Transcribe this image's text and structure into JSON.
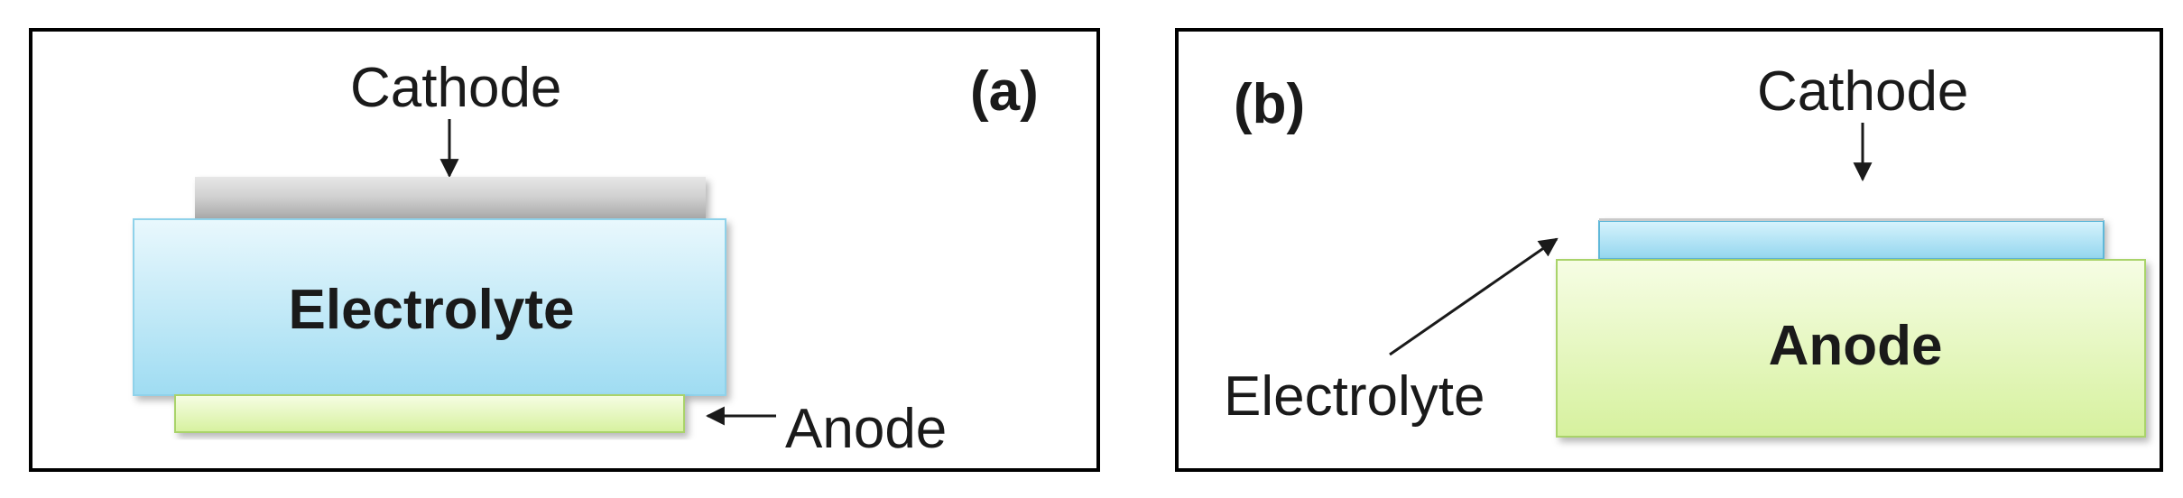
{
  "panel_a": {
    "tag": "(a)",
    "cathode_label": "Cathode",
    "electrolyte_label": "Electrolyte",
    "anode_label": "Anode"
  },
  "panel_b": {
    "tag": "(b)",
    "cathode_label": "Cathode",
    "electrolyte_label": "Electrolyte",
    "anode_label": "Anode"
  },
  "colors": {
    "cathode": "#c4c4c4",
    "electrolyte": "#b7e6f6",
    "anode": "#e1f5b4",
    "frame": "#000000"
  }
}
